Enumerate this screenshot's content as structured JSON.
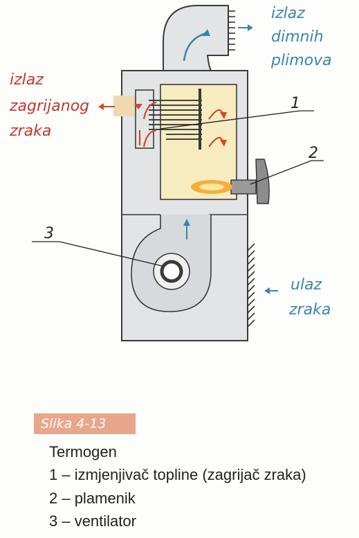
{
  "labels": {
    "flue_outlet": [
      "izlaz",
      "dimnih",
      "plimova"
    ],
    "warm_air_outlet": [
      "izlaz",
      "zagrijanog",
      "zraka"
    ],
    "air_inlet": [
      "ulaz",
      "zraka"
    ],
    "callout_1": "1",
    "callout_2": "2",
    "callout_3": "3"
  },
  "caption": {
    "figure_tag": "Slika 4-13",
    "title": "Termogen",
    "items": [
      "1 – izmjenjivač topline (zagrijač zraka)",
      "2 – plamenik",
      "3 – ventilator"
    ]
  },
  "colors": {
    "casing_fill": "#e3e4e6",
    "casing_stroke": "#3a3a3a",
    "chamber_fill": "#f6ecc0",
    "warm_air": "#f0d8b0",
    "flue_text": "#3a86a8",
    "warm_text": "#c0392b",
    "inlet_text": "#3a86a8",
    "caption_tag": "#e8a68a"
  },
  "icons": [
    "fan-icon",
    "burner-icon",
    "flame-icon",
    "flue-grille-icon",
    "inlet-grille-icon",
    "air-flow-arrow-icon"
  ]
}
